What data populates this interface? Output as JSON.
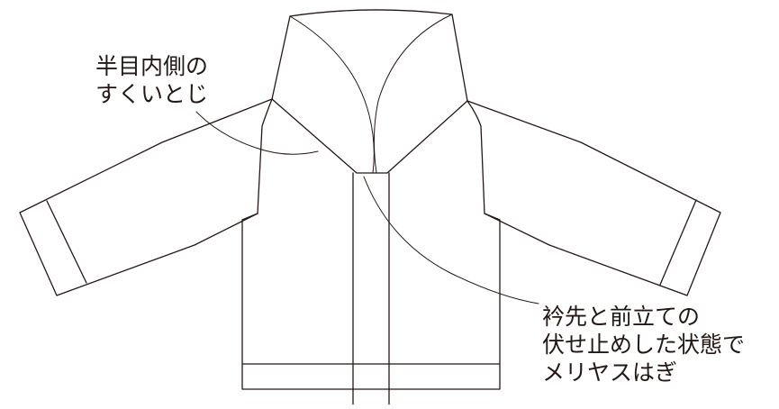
{
  "labels": {
    "seam": {
      "lines": [
        "半目内側の",
        "すくいとじ"
      ]
    },
    "front_join": {
      "lines": [
        "衿先と前立ての",
        "伏せ止めした状態で",
        "メリヤスはぎ"
      ]
    }
  },
  "colors": {
    "line": "#231815",
    "background": "#ffffff"
  }
}
